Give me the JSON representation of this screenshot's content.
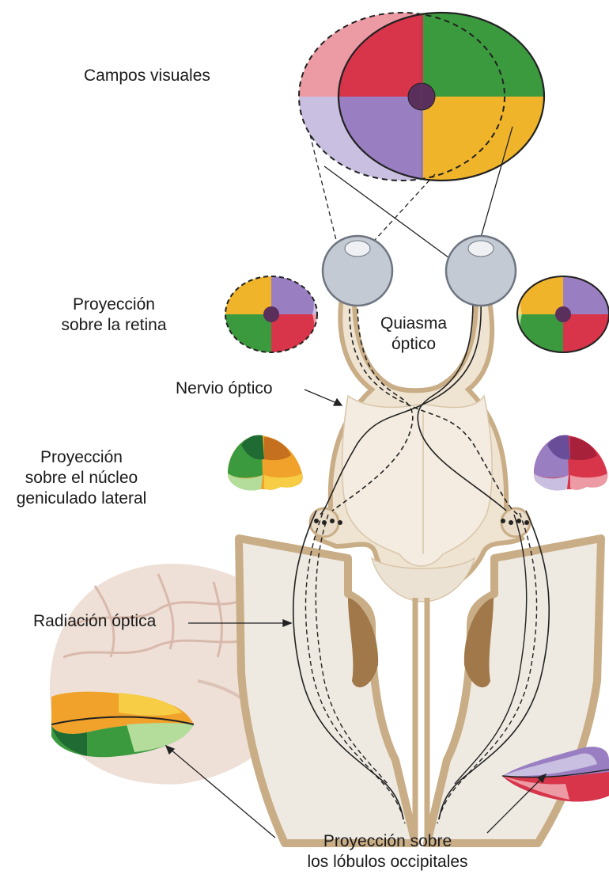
{
  "labels": {
    "campos": "Campos visuales",
    "retina_1": "Proyección",
    "retina_2": "sobre la retina",
    "quiasma_1": "Quiasma",
    "quiasma_2": "óptico",
    "nervio": "Nervio óptico",
    "geniculado_1": "Proyección",
    "geniculado_2": "sobre el núcleo",
    "geniculado_3": "geniculado lateral",
    "radiacion": "Radiación óptica",
    "occipital_1": "Proyección sobre",
    "occipital_2": "los lóbulos occipitales"
  },
  "colors": {
    "red": "#d8344a",
    "light_red": "#ec9aa4",
    "green": "#3b9a3e",
    "light_green": "#b4dc9a",
    "dark_green": "#1f6b33",
    "orange": "#f0a22a",
    "yellow": "#f6cd45",
    "violet": "#9a7ec2",
    "light_violet": "#c9bfe0",
    "tissue": "#e8d7bd",
    "tissue_edge": "#c9ad86",
    "white_matter": "#eeeae2",
    "eye": "#c4cad3"
  }
}
